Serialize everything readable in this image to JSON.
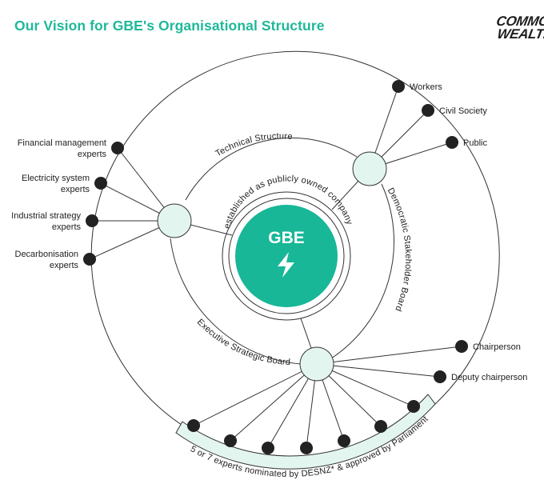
{
  "title": "Our Vision for GBE's Organisational Structure",
  "logo": {
    "line1": "COMMON",
    "line2": "WEALTH"
  },
  "center": {
    "label": "GBE",
    "icon": "lightning-bolt-icon",
    "ring_caption": "established as publicly owned company"
  },
  "hubs": {
    "technical": {
      "label": "Technical Structure"
    },
    "democratic": {
      "label": "Democratic Stakeholder Board"
    },
    "executive": {
      "label": "Executive Strategic Board"
    }
  },
  "technical_members": [
    {
      "lines": [
        "Financial management",
        "experts"
      ]
    },
    {
      "lines": [
        "Electricity system",
        "experts"
      ]
    },
    {
      "lines": [
        "Industrial strategy",
        "experts"
      ]
    },
    {
      "lines": [
        "Decarbonisation",
        "experts"
      ]
    }
  ],
  "democratic_members": [
    {
      "label": "Workers"
    },
    {
      "label": "Civil Society"
    },
    {
      "label": "Public"
    }
  ],
  "executive_officers": [
    {
      "label": "Chairperson"
    },
    {
      "label": "Deputy chairperson"
    }
  ],
  "experts_band": {
    "caption": "5 or 7 experts nominated by DESNZ* & approved by Parliament",
    "member_count": 7
  },
  "colors": {
    "accent": "#1fb89a",
    "center_fill": "#17b797",
    "hub_fill": "#e3f5ef",
    "band_fill": "#e3f5ef",
    "line": "#333333",
    "node": "#222222"
  }
}
